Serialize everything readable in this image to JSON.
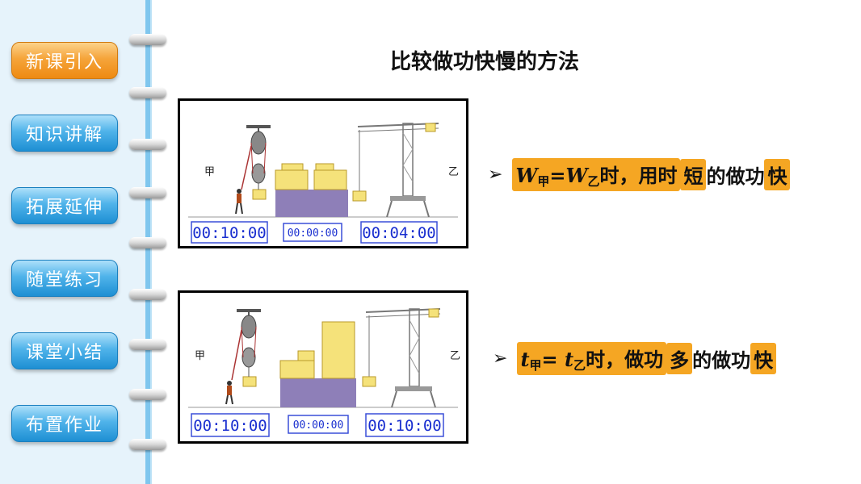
{
  "nav": {
    "items": [
      {
        "label": "新课引入",
        "active": true
      },
      {
        "label": "知识讲解",
        "active": false
      },
      {
        "label": "拓展延伸",
        "active": false
      },
      {
        "label": "随堂练习",
        "active": false
      },
      {
        "label": "课堂小结",
        "active": false
      },
      {
        "label": "布置作业",
        "active": false
      }
    ]
  },
  "main": {
    "title": "比较做功快慢的方法",
    "scenes": [
      {
        "label_left": "甲",
        "label_right": "乙",
        "timer_left": "00:10:00",
        "timer_center": "00:00:00",
        "timer_right": "00:04:00"
      },
      {
        "label_left": "甲",
        "label_right": "乙",
        "timer_left": "00:10:00",
        "timer_center": "00:00:00",
        "timer_right": "00:10:00"
      }
    ],
    "statement1": {
      "sym_a": "W",
      "sub_a": "甲",
      "eq": "=",
      "sym_b": "W",
      "sub_b": "乙",
      "t1": "时，用时",
      "hl1": "短",
      "t2": "的做功",
      "hl2": "快"
    },
    "statement2": {
      "sym_a": "t",
      "sub_a": "甲",
      "eq": "= ",
      "sym_b": "t",
      "sub_b": "乙",
      "t1": "时，做功",
      "hl1": "多",
      "t2": "的做功",
      "hl2": "快"
    }
  },
  "colors": {
    "nav_blue": "#1e8fd3",
    "nav_orange": "#ee8a12",
    "highlight": "#f5a623",
    "timer_blue": "#1a2fd0",
    "block_yellow": "#f5e27a",
    "platform_purple": "#8e7fb8"
  },
  "icons": {
    "bullet": "arrow-right-icon",
    "pulley": "pulley-icon",
    "crane": "crane-icon"
  }
}
